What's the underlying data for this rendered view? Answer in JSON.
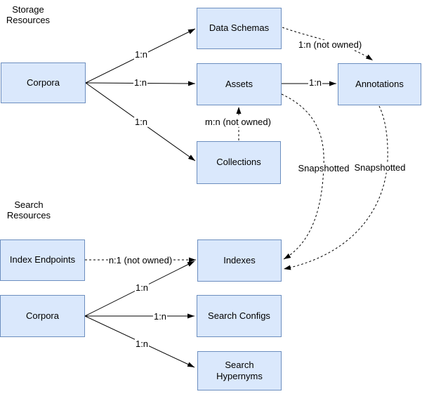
{
  "diagram": {
    "colors": {
      "background": "#ffffff",
      "node_fill": "#dae8fc",
      "node_border": "#6c8ebf",
      "line": "#000000",
      "text": "#000000"
    },
    "sections": [
      {
        "label": "Storage\nResources"
      },
      {
        "label": "Search\nResources"
      }
    ],
    "nodes": [
      {
        "id": "corpora-storage",
        "label": "Corpora"
      },
      {
        "id": "data-schemas",
        "label": "Data Schemas"
      },
      {
        "id": "assets",
        "label": "Assets"
      },
      {
        "id": "collections",
        "label": "Collections"
      },
      {
        "id": "annotations",
        "label": "Annotations"
      },
      {
        "id": "index-endpoints",
        "label": "Index Endpoints"
      },
      {
        "id": "corpora-search",
        "label": "Corpora"
      },
      {
        "id": "indexes",
        "label": "Indexes"
      },
      {
        "id": "search-configs",
        "label": "Search Configs"
      },
      {
        "id": "search-hypernyms",
        "label": "Search\nHypernyms"
      }
    ],
    "edges": [
      {
        "from": "Corpora (storage)",
        "to": "Data Schemas",
        "label": "1:n",
        "style": "solid"
      },
      {
        "from": "Corpora (storage)",
        "to": "Assets",
        "label": "1:n",
        "style": "solid"
      },
      {
        "from": "Corpora (storage)",
        "to": "Collections",
        "label": "1:n",
        "style": "solid"
      },
      {
        "from": "Data Schemas",
        "to": "Annotations",
        "label": "1:n (not owned)",
        "style": "dashed"
      },
      {
        "from": "Assets",
        "to": "Annotations",
        "label": "1:n",
        "style": "solid"
      },
      {
        "from": "Collections",
        "to": "Assets",
        "label": "m:n (not owned)",
        "style": "dashed"
      },
      {
        "from": "Assets",
        "to": "Indexes",
        "label": "Snapshotted",
        "style": "dashed"
      },
      {
        "from": "Annotations",
        "to": "Indexes",
        "label": "Snapshotted",
        "style": "dashed"
      },
      {
        "from": "Index Endpoints",
        "to": "Indexes",
        "label": "n:1 (not owned)",
        "style": "dashed"
      },
      {
        "from": "Corpora (search)",
        "to": "Indexes",
        "label": "1:n",
        "style": "solid"
      },
      {
        "from": "Corpora (search)",
        "to": "Search Configs",
        "label": "1:n",
        "style": "solid"
      },
      {
        "from": "Corpora (search)",
        "to": "Search Hypernyms",
        "label": "1:n",
        "style": "solid"
      }
    ]
  }
}
